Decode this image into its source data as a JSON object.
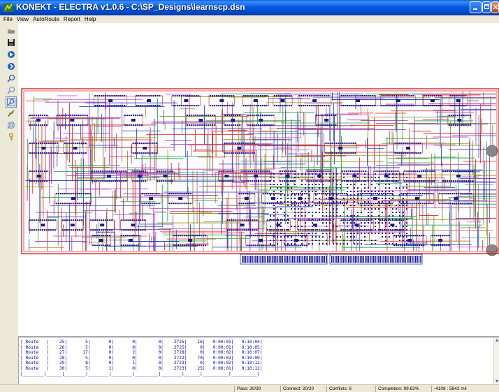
{
  "window": {
    "title": "KONEKT - ELECTRA v1.0.6 - C:\\SP_Designs\\learnscp.dsn",
    "colors": {
      "titlebar": "#0058e0",
      "close": "#c2391c"
    }
  },
  "menubar": {
    "items": [
      {
        "label": "File"
      },
      {
        "label": "View"
      },
      {
        "label": "AutoRoute"
      },
      {
        "label": "Report"
      },
      {
        "label": "Help"
      }
    ]
  },
  "toolbar": {
    "tools": [
      {
        "icon": "open-folder-icon"
      },
      {
        "icon": "save-disk-icon"
      },
      {
        "icon": "start-route-icon"
      },
      {
        "icon": "step-route-icon"
      },
      {
        "icon": "zoom-in-icon"
      },
      {
        "icon": "zoom-out-icon"
      },
      {
        "icon": "zoom-window-icon",
        "active": true
      },
      {
        "icon": "pan-hand-icon"
      },
      {
        "icon": "zoom-fit-icon"
      },
      {
        "icon": "help-key-icon"
      }
    ]
  },
  "board": {
    "colors": {
      "outline": "#cc0000",
      "trace_red": "#e0201a",
      "trace_blue": "#2030c0",
      "trace_green": "#19a040",
      "trace_purple": "#9030a0",
      "pad": "#1a1a90"
    }
  },
  "log": {
    "rows": [
      [
        "Route",
        "25",
        "5",
        "0",
        "0",
        "0",
        "2725",
        "16",
        "0:00:01",
        "0:10:04"
      ],
      [
        "Route",
        "26",
        "5",
        "0",
        "0",
        "0",
        "2725",
        "0",
        "0:00:01",
        "0:10:05"
      ],
      [
        "Route",
        "27",
        "17",
        "0",
        "2",
        "0",
        "2728",
        "0",
        "0:00:02",
        "0:10:07"
      ],
      [
        "Route",
        "28",
        "5",
        "0",
        "0",
        "0",
        "2722",
        "70",
        "0:00:02",
        "0:10:09"
      ],
      [
        "Route",
        "29",
        "8",
        "0",
        "1",
        "0",
        "2723",
        "0",
        "0:00:02",
        "0:10:11"
      ],
      [
        "Route",
        "30",
        "5",
        "1",
        "0",
        "0",
        "2723",
        "25",
        "0:00:01",
        "0:10:12"
      ]
    ]
  },
  "status": {
    "pass": "Pass: 30/30",
    "connect": "Connect: 20/20",
    "conflicts": "Conflicts: 6",
    "completion": "Completion: 99.62%",
    "coords": "-4108 : 5842 mil"
  }
}
